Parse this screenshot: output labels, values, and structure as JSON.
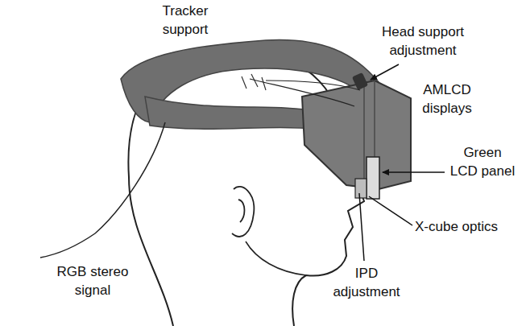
{
  "diagram": {
    "labels": [
      "Tracker support",
      "Head support adjustment",
      "AMLCD displays",
      "Green LCD panel",
      "X-cube optics",
      "RGB stereo signal",
      "IPD adjustment"
    ]
  }
}
